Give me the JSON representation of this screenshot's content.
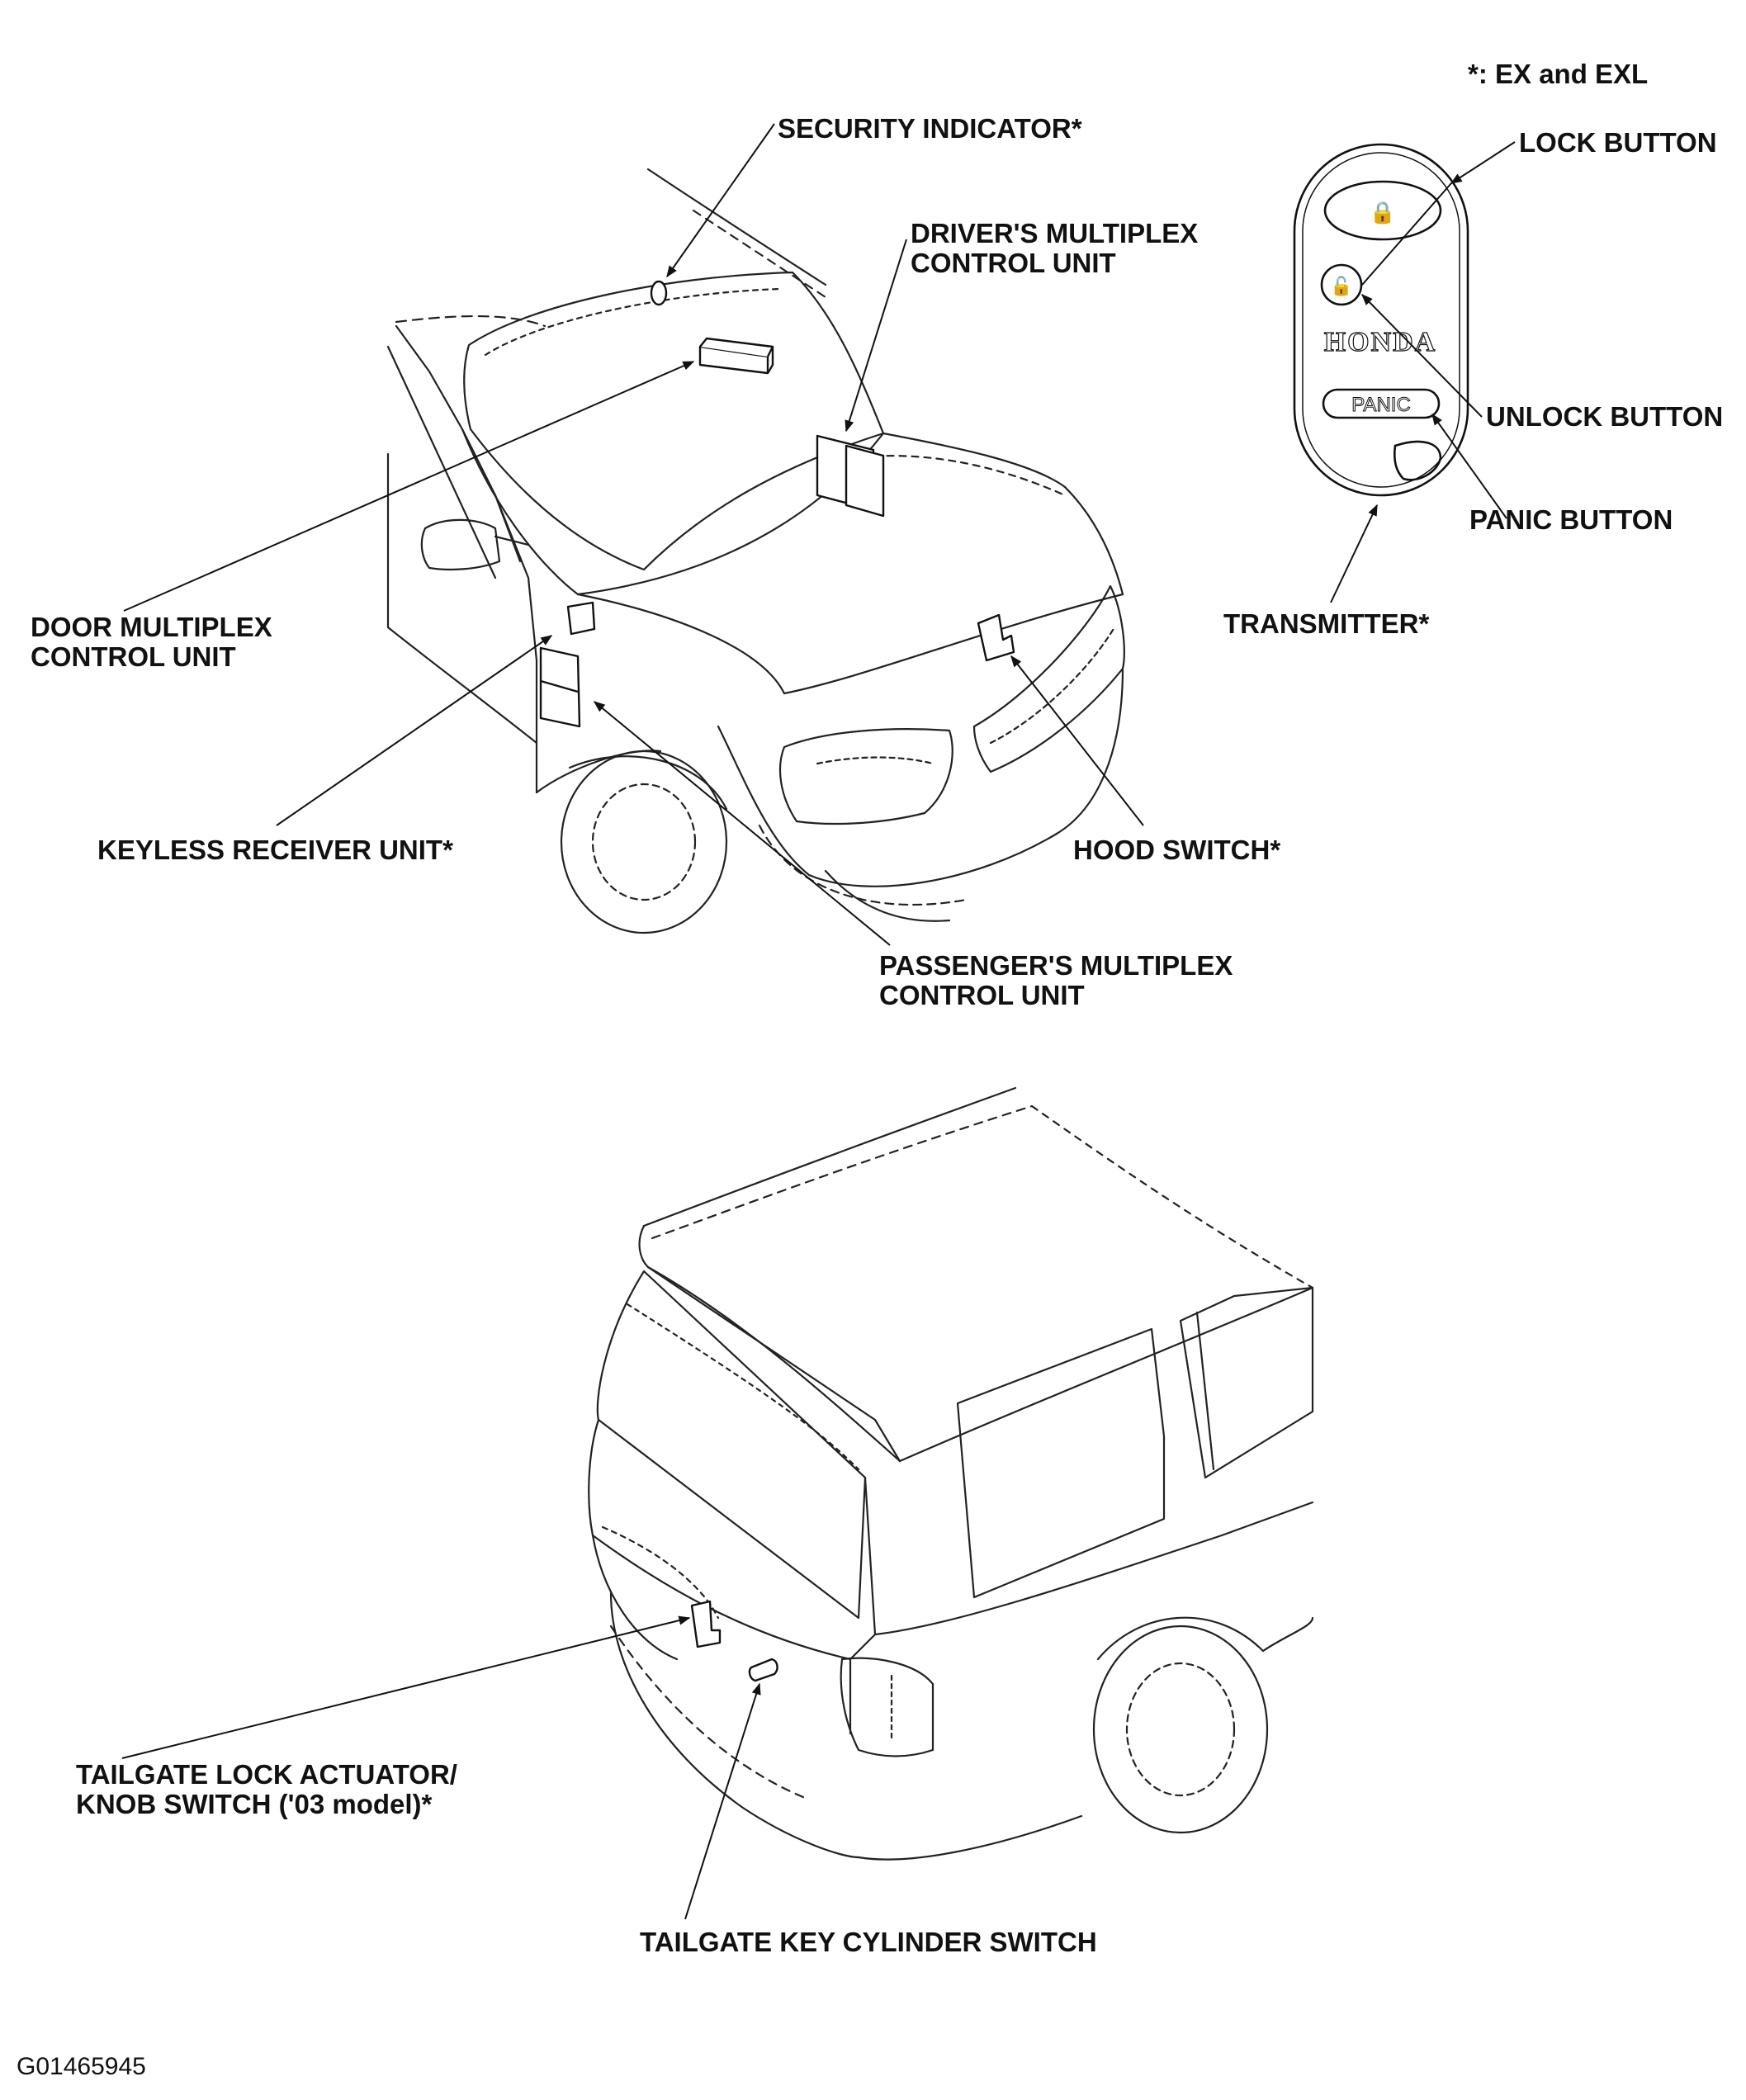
{
  "note": "*: EX and EXL",
  "figure_id": "G01465945",
  "labels": {
    "security_indicator": "SECURITY INDICATOR*",
    "drivers_multiplex_1": "DRIVER'S MULTIPLEX",
    "drivers_multiplex_2": "CONTROL UNIT",
    "lock_button": "LOCK BUTTON",
    "unlock_button": "UNLOCK BUTTON",
    "panic_button": "PANIC BUTTON",
    "transmitter": "TRANSMITTER*",
    "door_multiplex_1": "DOOR MULTIPLEX",
    "door_multiplex_2": "CONTROL UNIT",
    "keyless_receiver": "KEYLESS RECEIVER UNIT*",
    "hood_switch": "HOOD SWITCH*",
    "passengers_multiplex_1": "PASSENGER'S MULTIPLEX",
    "passengers_multiplex_2": "CONTROL UNIT",
    "tailgate_actuator_1": "TAILGATE LOCK ACTUATOR/",
    "tailgate_actuator_2": "KNOB SWITCH ('03 model)*",
    "tailgate_key_cylinder": "TAILGATE KEY CYLINDER SWITCH"
  },
  "transmitter_face": {
    "brand": "HONDA",
    "panic_text": "PANIC"
  }
}
